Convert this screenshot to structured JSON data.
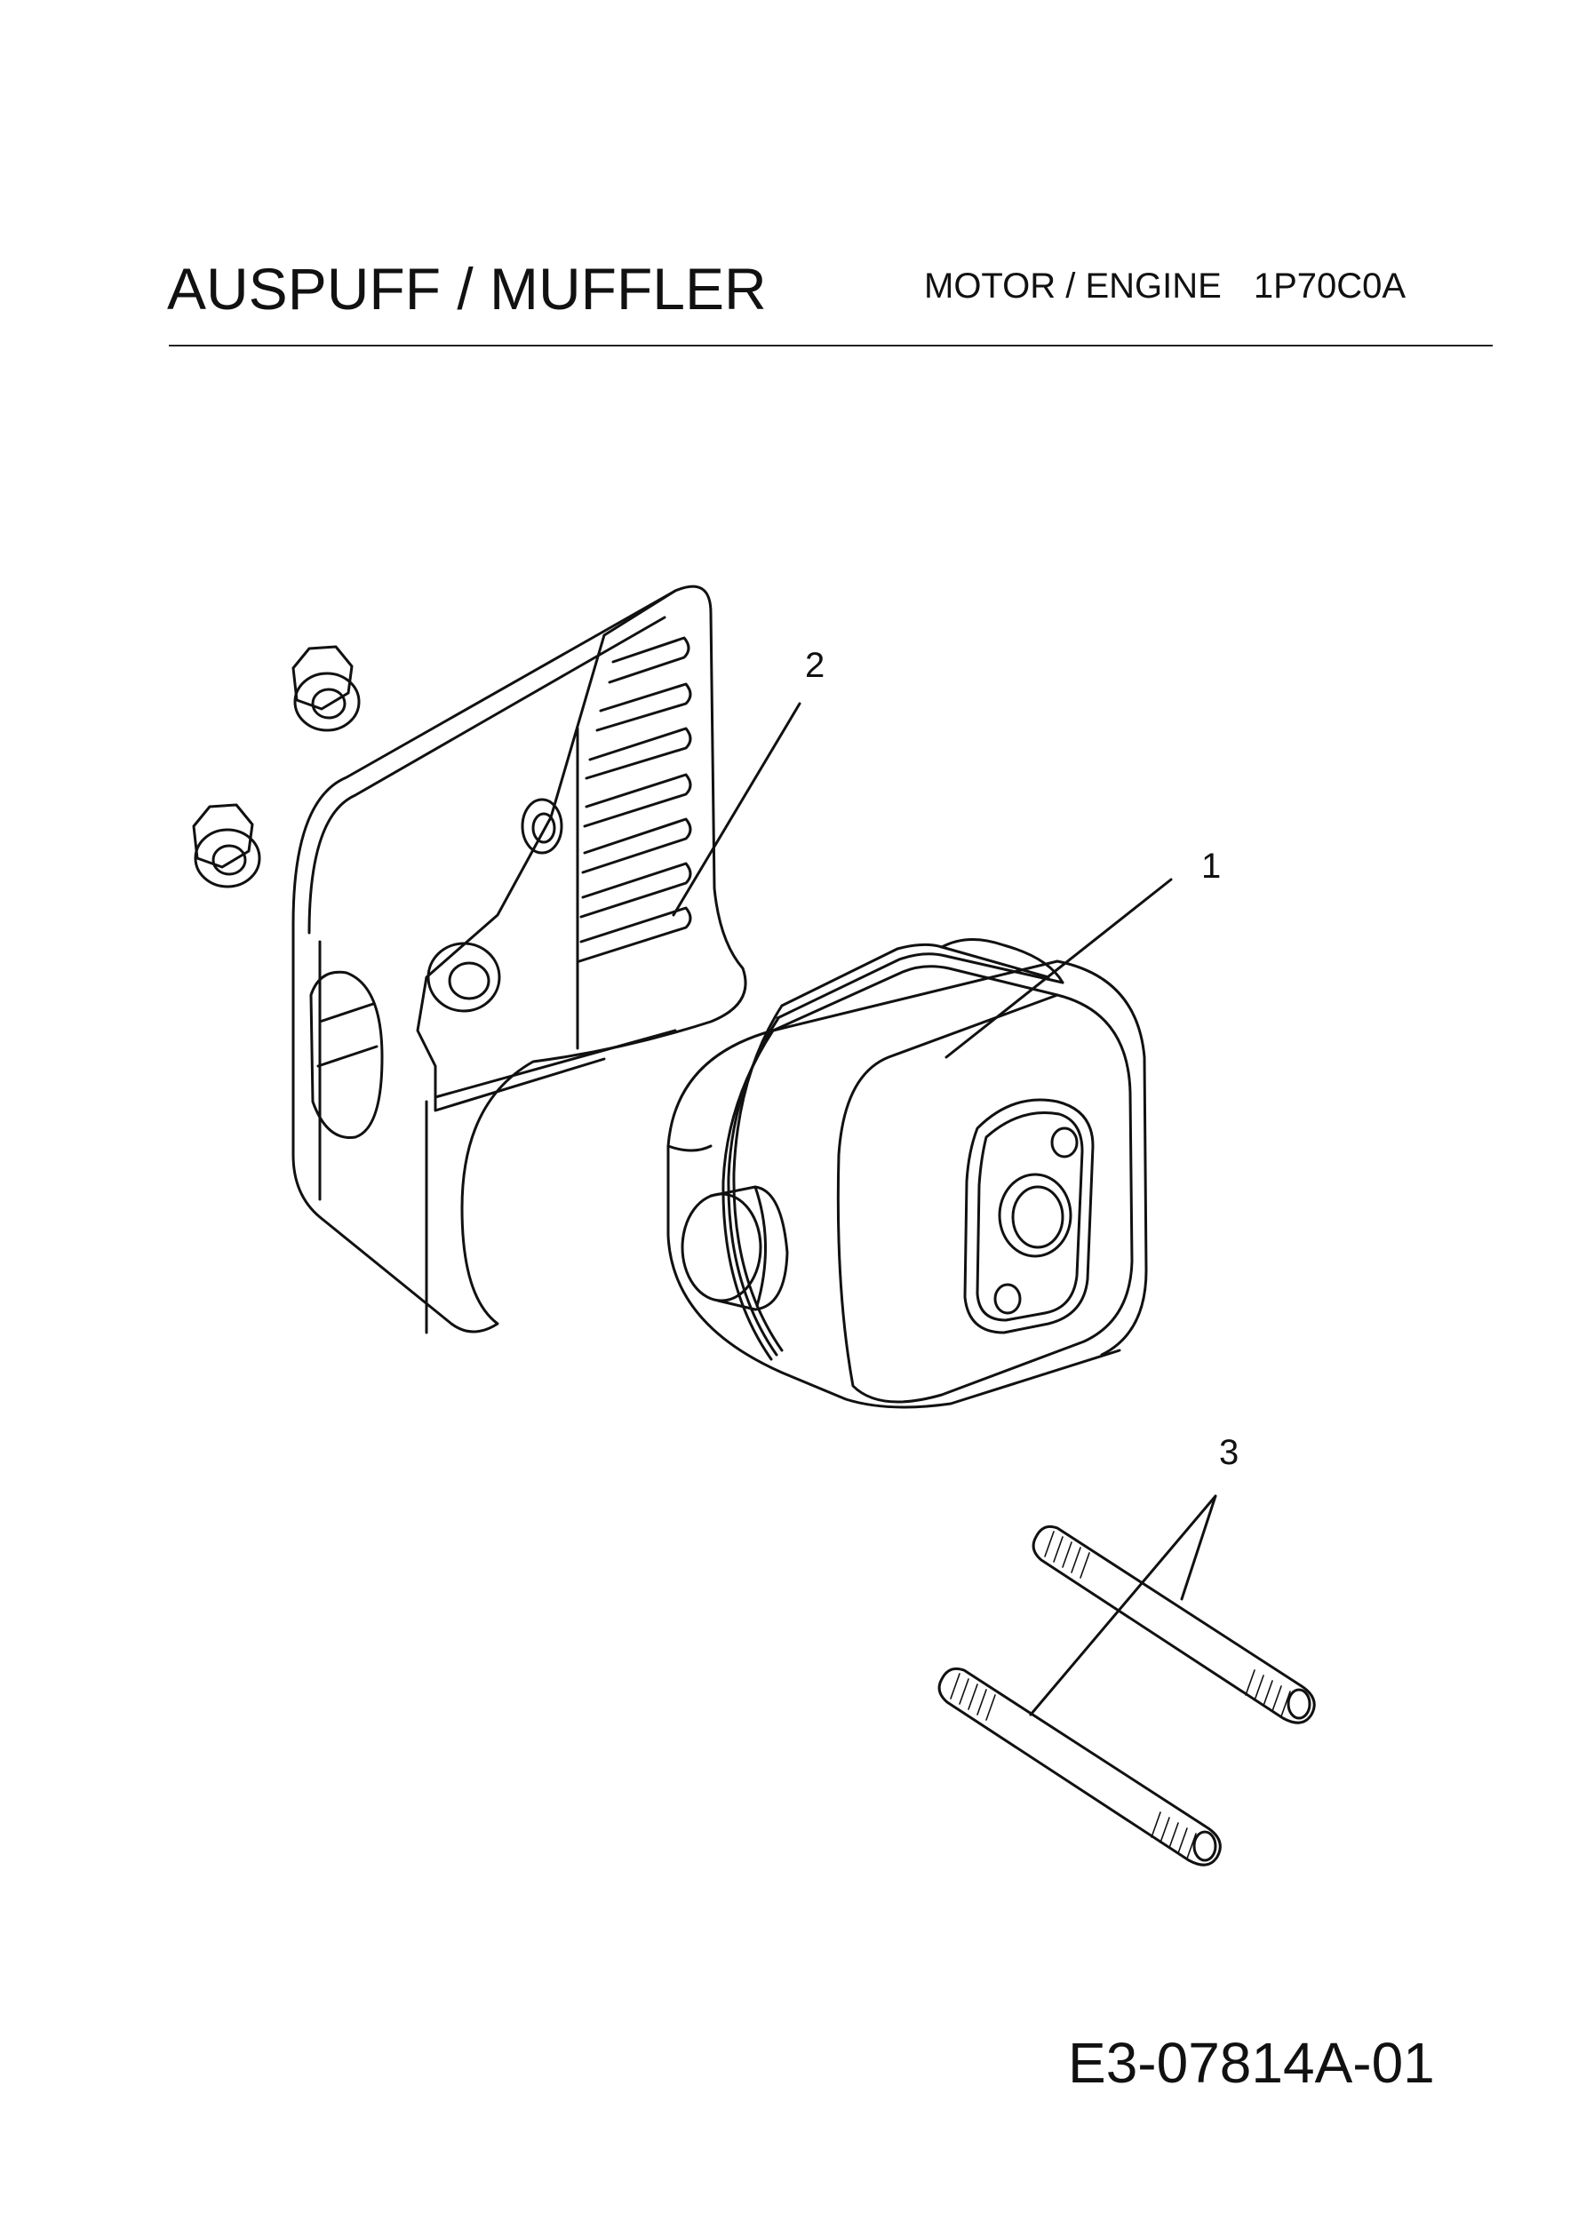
{
  "header": {
    "title": "AUSPUFF / MUFFLER",
    "engine_label": "MOTOR / ENGINE",
    "engine_code": "1P70C0A"
  },
  "callouts": {
    "muffler": "1",
    "heat_shield": "2",
    "studs": "3"
  },
  "footer": {
    "document_number": "E3-07814A-01"
  },
  "icons": [
    "flange-nut-icon",
    "heat-shield-icon",
    "muffler-icon",
    "stud-bolt-icon"
  ]
}
